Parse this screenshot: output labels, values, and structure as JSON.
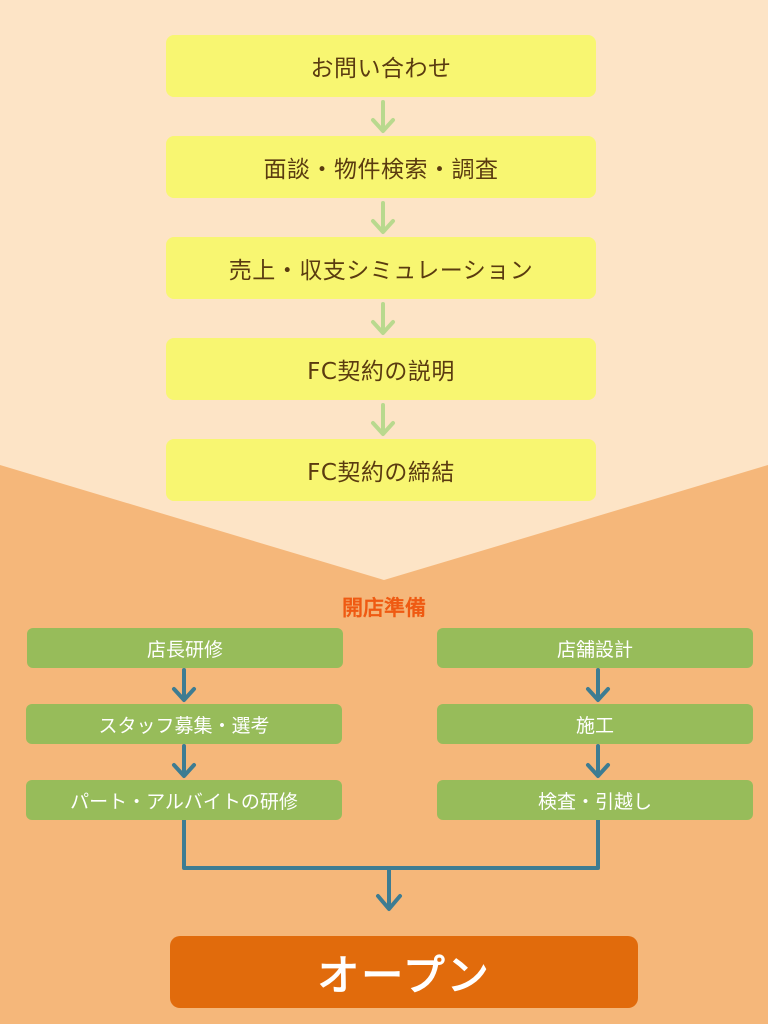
{
  "colors": {
    "background_lower": "#f5b77a",
    "background_upper": "#fde4c6",
    "step_yellow": "#f8f671",
    "step_yellow_text": "#5a3b10",
    "step_green": "#97bc5a",
    "connector_light_green": "#b9d98e",
    "connector_teal": "#3d7c92",
    "prep_title": "#ef5a12",
    "open": "#e16b0c"
  },
  "steps": [
    "お問い合わせ",
    "面談・物件検索・調査",
    "売上・収支シミュレーション",
    "FC契約の説明",
    "FC契約の締結"
  ],
  "prep": {
    "title": "開店準備",
    "left": [
      "店長研修",
      "スタッフ募集・選考",
      "パート・アルバイトの研修"
    ],
    "right": [
      "店舗設計",
      "施工",
      "検査・引越し"
    ]
  },
  "open_label": "オープン"
}
